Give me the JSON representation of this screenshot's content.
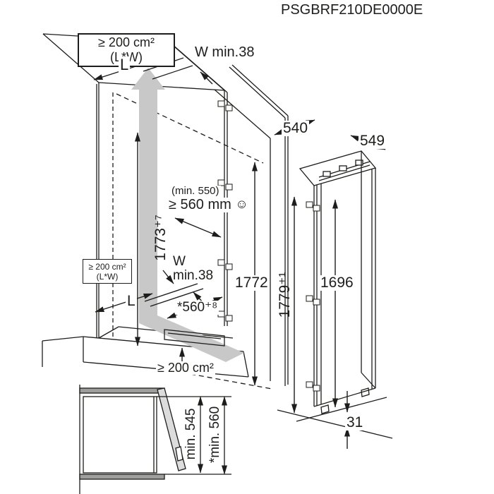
{
  "title": "PSGBRF210DE0000E",
  "colors": {
    "line": "#1d1d1b",
    "airflow": "#c8c8c8",
    "wall": "#9e9e9d",
    "background": "#ffffff"
  },
  "vents": {
    "top_box": {
      "line1": "≥ 200 cm²",
      "line2": "(L*W)"
    },
    "mid_box": {
      "line1": "≥ 200 cm²",
      "line2": "(L*W)"
    },
    "plinth_label": "≥ 200 cm²"
  },
  "dimensions": {
    "vent_length_top": "L",
    "vent_width_top": "W min.38",
    "vent_length_bottom": "L",
    "vent_width_bottom_line1": "W",
    "vent_width_bottom_line2": "min.38",
    "niche_depth_top": "540",
    "appliance_depth": "549",
    "niche_depth_min": "(min. 550)",
    "niche_depth_recommended": "≥ 560 mm",
    "smiley": "☺",
    "niche_height_back": "1773⁺⁷",
    "niche_height_front": "1772",
    "appliance_height": "1779⁺¹",
    "appliance_door_height": "1696",
    "niche_depth_bottom": "*560⁺⁸",
    "plinth_height": "31"
  },
  "inset": {
    "depth_min": "min. 545",
    "depth_recommended": "*min. 560"
  }
}
